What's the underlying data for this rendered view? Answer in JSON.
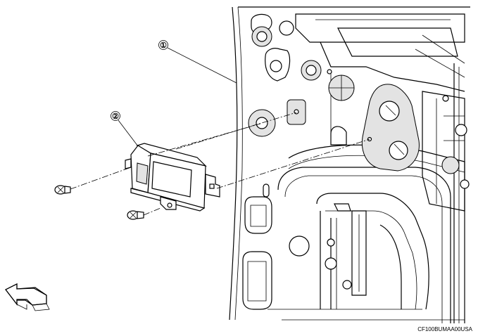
{
  "callouts": [
    {
      "label": "①",
      "part": "door"
    },
    {
      "label": "②",
      "part": "module"
    }
  ],
  "image_code": "CF100BUMAA00USA",
  "icons": {
    "view_arrow": "front-view-arrow-icon",
    "screw": "screw-icon"
  }
}
